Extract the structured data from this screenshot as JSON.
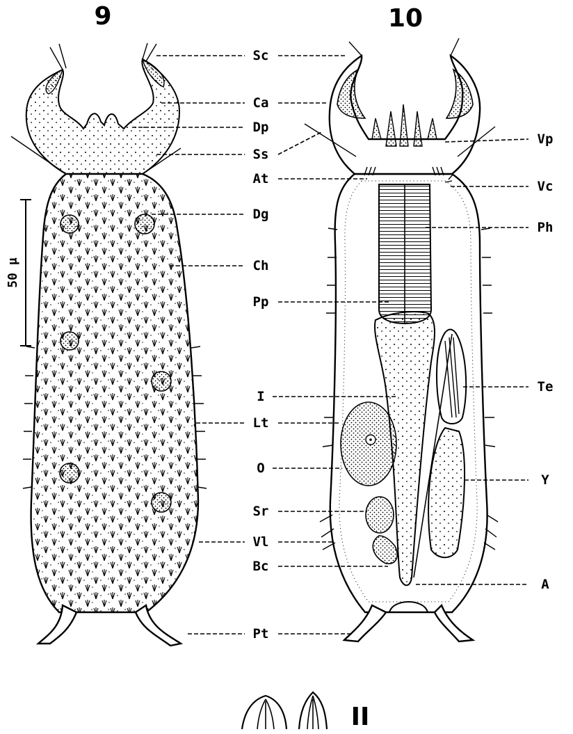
{
  "figures": [
    {
      "id": "fig9",
      "number": "9"
    },
    {
      "id": "fig10",
      "number": "10"
    },
    {
      "id": "fig11",
      "number": "II"
    }
  ],
  "scale_bar": {
    "label": "50 μ"
  },
  "labels": [
    {
      "text": "Sc"
    },
    {
      "text": "Ca"
    },
    {
      "text": "Dp"
    },
    {
      "text": "Ss"
    },
    {
      "text": "At"
    },
    {
      "text": "Dg"
    },
    {
      "text": "Ch"
    },
    {
      "text": "Pp"
    },
    {
      "text": "I"
    },
    {
      "text": "Lt"
    },
    {
      "text": "O"
    },
    {
      "text": "Sr"
    },
    {
      "text": "Vl"
    },
    {
      "text": "Bc"
    },
    {
      "text": "Pt"
    },
    {
      "text": "Vp"
    },
    {
      "text": "Vc"
    },
    {
      "text": "Ph"
    },
    {
      "text": "Te"
    },
    {
      "text": "Y"
    },
    {
      "text": "A"
    }
  ]
}
